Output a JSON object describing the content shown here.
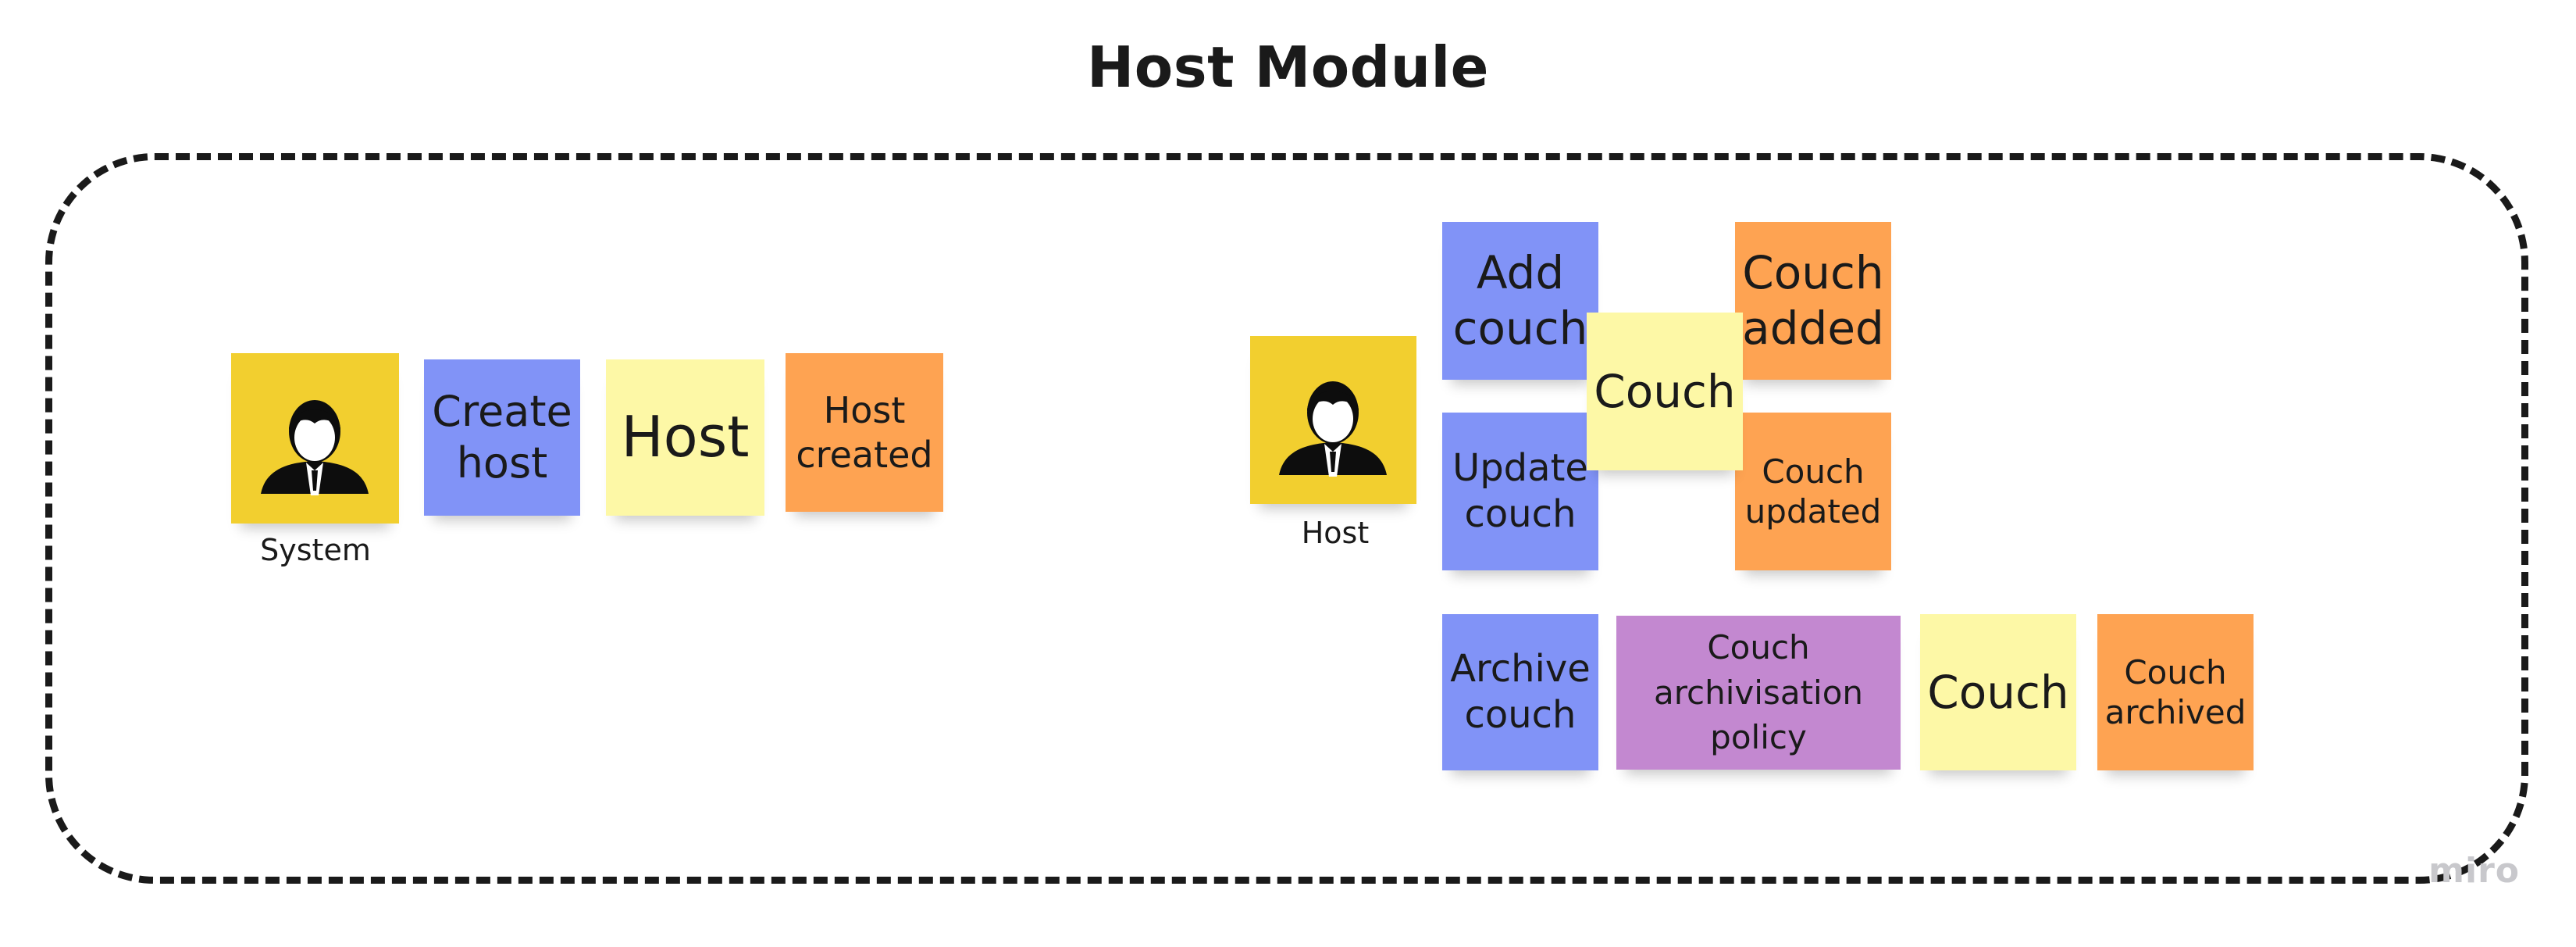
{
  "title": "Host Module",
  "watermark": "miro",
  "colors": {
    "actor": "#f2cf2f",
    "command": "#8193f7",
    "aggregate": "#fdf8a6",
    "event": "#fea352",
    "policy": "#c388d0"
  },
  "actors": [
    {
      "id": "system",
      "label": "System",
      "icon": "person-icon"
    },
    {
      "id": "host",
      "label": "Host",
      "icon": "person-icon"
    }
  ],
  "notes": [
    {
      "id": "create-host",
      "kind": "command",
      "text": "Create\nhost"
    },
    {
      "id": "host-aggregate",
      "kind": "aggregate",
      "text": "Host"
    },
    {
      "id": "host-created",
      "kind": "event",
      "text": "Host\ncreated"
    },
    {
      "id": "add-couch",
      "kind": "command",
      "text": "Add\ncouch"
    },
    {
      "id": "couch-aggregate-1",
      "kind": "aggregate",
      "text": "Couch"
    },
    {
      "id": "couch-added",
      "kind": "event",
      "text": "Couch\nadded"
    },
    {
      "id": "update-couch",
      "kind": "command",
      "text": "Update\ncouch"
    },
    {
      "id": "couch-updated",
      "kind": "event",
      "text": "Couch\nupdated"
    },
    {
      "id": "archive-couch",
      "kind": "command",
      "text": "Archive\ncouch"
    },
    {
      "id": "couch-archivisation-policy",
      "kind": "policy",
      "text": "Couch\narchivisation\npolicy"
    },
    {
      "id": "couch-aggregate-2",
      "kind": "aggregate",
      "text": "Couch"
    },
    {
      "id": "couch-archived",
      "kind": "event",
      "text": "Couch\narchived"
    }
  ]
}
